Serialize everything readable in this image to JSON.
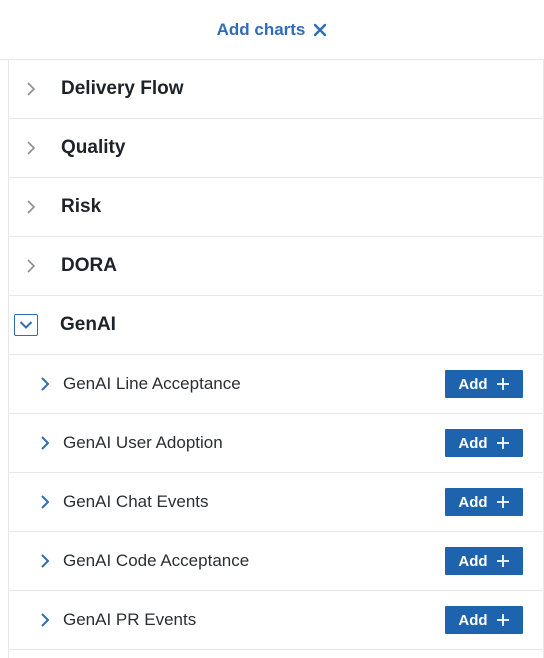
{
  "header": {
    "title": "Add charts",
    "close_icon": "close-icon"
  },
  "categories": [
    {
      "label": "Delivery Flow",
      "expanded": false
    },
    {
      "label": "Quality",
      "expanded": false
    },
    {
      "label": "Risk",
      "expanded": false
    },
    {
      "label": "DORA",
      "expanded": false
    },
    {
      "label": "GenAI",
      "expanded": true
    }
  ],
  "genai_items": [
    {
      "label": "GenAI Line Acceptance",
      "button": "Add"
    },
    {
      "label": "GenAI User Adoption",
      "button": "Add"
    },
    {
      "label": "GenAI Chat Events",
      "button": "Add"
    },
    {
      "label": "GenAI Code Acceptance",
      "button": "Add"
    },
    {
      "label": "GenAI PR Events",
      "button": "Add"
    }
  ],
  "colors": {
    "accent": "#1e63ad",
    "link": "#2f6db5",
    "text": "#1d2328"
  }
}
